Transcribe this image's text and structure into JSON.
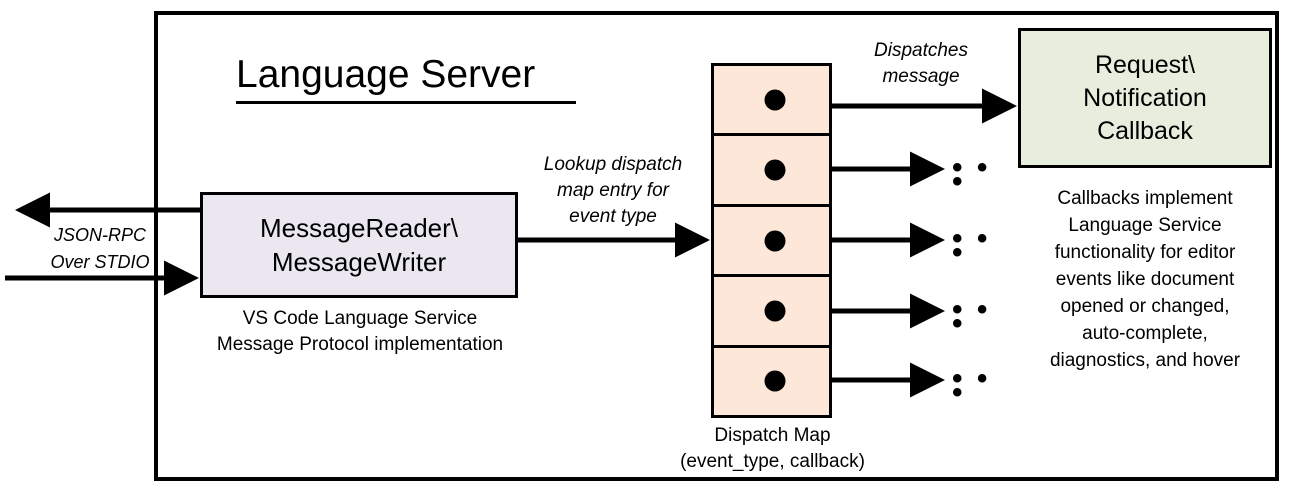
{
  "diagram": {
    "title": "Language Server",
    "boxes": {
      "reader_writer": {
        "line1": "MessageReader\\",
        "line2": "MessageWriter",
        "caption_line1": "VS Code Language Service",
        "caption_line2": "Message Protocol implementation",
        "fill": "#eae7f0"
      },
      "callback": {
        "line1": "Request\\",
        "line2": "Notification",
        "line3": "Callback",
        "fill": "#e8eede",
        "caption_line1": "Callbacks implement",
        "caption_line2": "Language Service",
        "caption_line3": "functionality for editor",
        "caption_line4": "events like document",
        "caption_line5": "opened or changed,",
        "caption_line6": "auto-complete,",
        "caption_line7": "diagnostics, and hover"
      },
      "dispatch_map": {
        "caption_line1": "Dispatch Map",
        "caption_line2": "(event_type, callback)",
        "fill": "#fce7d8",
        "row_count": 5,
        "rows": [
          {
            "index": 1,
            "target": "Request\\Notification Callback"
          },
          {
            "index": 2,
            "target": "..."
          },
          {
            "index": 3,
            "target": "..."
          },
          {
            "index": 4,
            "target": "..."
          },
          {
            "index": 5,
            "target": "..."
          }
        ]
      }
    },
    "labels": {
      "jsonrpc_line1": "JSON-RPC",
      "jsonrpc_line2": "Over STDIO",
      "lookup_line1": "Lookup dispatch",
      "lookup_line2": "map entry for",
      "lookup_line3": "event type",
      "dispatches_line1": "Dispatches",
      "dispatches_line2": "message",
      "ellipsis": "• • •"
    },
    "colors": {
      "stroke": "#000000",
      "background": "#ffffff"
    }
  }
}
